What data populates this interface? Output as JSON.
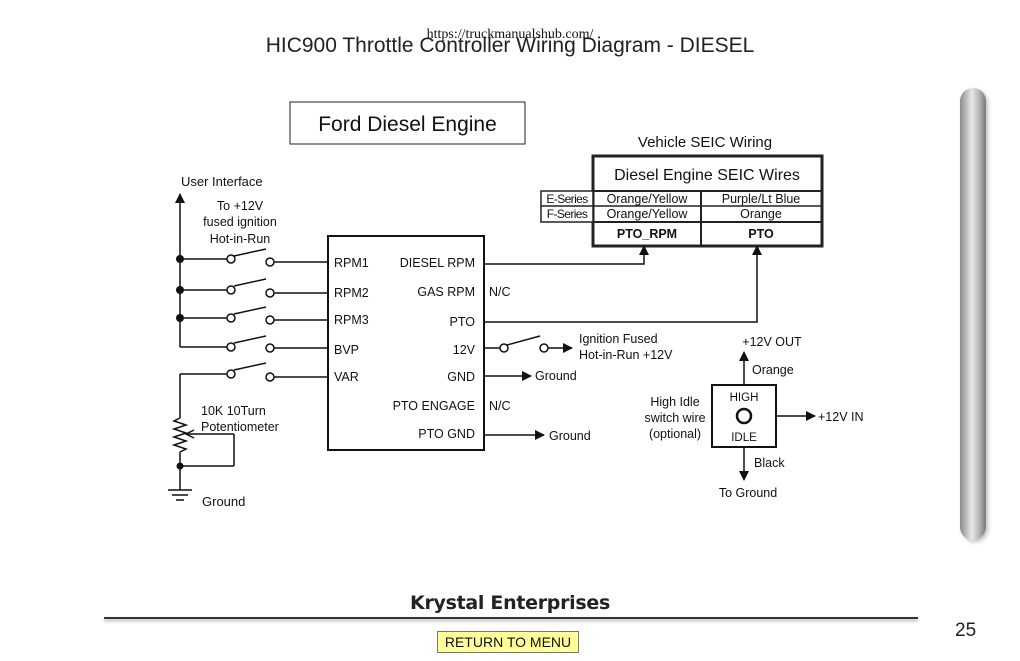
{
  "page": {
    "title": "HIC900 Throttle Controller Wiring Diagram - DIESEL",
    "watermark_url": "https://truckmanualshub.com/",
    "company": "Krystal Enterprises",
    "page_number": "25",
    "return_button": "RETURN TO MENU"
  },
  "diagram": {
    "engine_box": "Ford Diesel Engine",
    "vehicle_wiring_label": "Vehicle SEIC Wiring",
    "seic_table": {
      "header": "Diesel Engine SEIC Wires",
      "rows": [
        {
          "series": "E-Series",
          "col1": "Orange/Yellow",
          "col2": "Purple/Lt Blue"
        },
        {
          "series": "F-Series",
          "col1": "Orange/Yellow",
          "col2": "Orange"
        }
      ],
      "footer": [
        "PTO_RPM",
        "PTO"
      ]
    },
    "user_interface": "User Interface",
    "ignition_note": [
      "To +12V",
      "fused ignition",
      "Hot-in-Run"
    ],
    "controller_left_pins": [
      "RPM1",
      "RPM2",
      "RPM3",
      "BVP",
      "VAR"
    ],
    "controller_right_pins": [
      "DIESEL RPM",
      "GAS RPM",
      "PTO",
      "12V",
      "GND",
      "PTO ENGAGE",
      "PTO GND"
    ],
    "nc_labels": [
      "N/C",
      "N/C"
    ],
    "ignition_fused": [
      "Ignition Fused",
      "Hot-in-Run +12V"
    ],
    "ground_labels": [
      "Ground",
      "Ground",
      "Ground"
    ],
    "potentiometer": [
      "10K 10Turn",
      "Potentiometer"
    ],
    "high_idle": {
      "label": [
        "High Idle",
        "switch wire",
        "(optional)"
      ],
      "out": "+12V OUT",
      "orange": "Orange",
      "high": "HIGH",
      "idle": "IDLE",
      "in": "+12V IN",
      "black": "Black",
      "ground": "To Ground"
    }
  }
}
